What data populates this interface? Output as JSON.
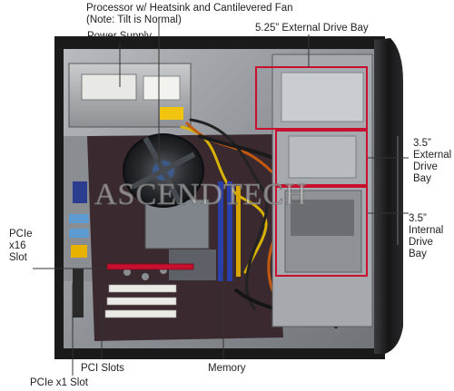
{
  "diagram": {
    "watermark": "ASCENDTECH",
    "labels": {
      "processor_line1": "Processor w/ Heatsink and Cantilevered Fan",
      "processor_line2": "(Note: Tilt is Normal)",
      "power_supply": "Power Supply",
      "external_bay_525": "5.25” External Drive Bay",
      "external_35_line1": "3.5”",
      "external_35_line2": "External",
      "external_35_line3": "Drive",
      "external_35_line4": "Bay",
      "internal_35_line1": "3.5”",
      "internal_35_line2": "Internal",
      "internal_35_line3": "Drive",
      "internal_35_line4": "Bay",
      "pcie_x16_line1": "PCIe",
      "pcie_x16_line2": "x16",
      "pcie_x16_line3": "Slot",
      "pci_slots": "PCI Slots",
      "memory": "Memory",
      "pcie_x1": "PCIe x1 Slot"
    },
    "colors": {
      "highlight": "#c8102e",
      "leader": "#333333",
      "chassis": "#9a9ea3",
      "board": "#3a2a2f"
    }
  }
}
